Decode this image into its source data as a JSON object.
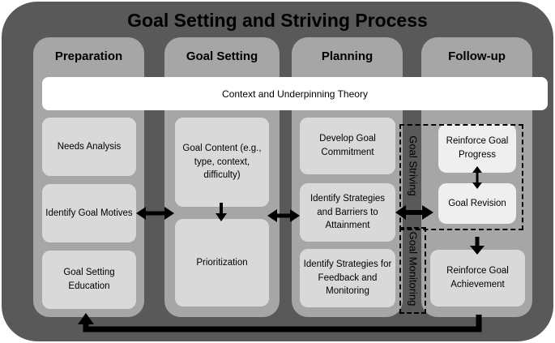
{
  "title": "Goal Setting and Striving Process",
  "columns": [
    {
      "id": "preparation",
      "label": "Preparation"
    },
    {
      "id": "goal-setting",
      "label": "Goal Setting"
    },
    {
      "id": "planning",
      "label": "Planning"
    },
    {
      "id": "follow-up",
      "label": "Follow-up"
    }
  ],
  "context_band": "Context and Underpinning Theory",
  "boxes": {
    "needs_analysis": "Needs Analysis",
    "identify_goal_motives": "Identify Goal Motives",
    "goal_setting_education": "Goal Setting Education",
    "goal_content": "Goal Content (e.g., type, context, difficulty)",
    "prioritization": "Prioritization",
    "develop_goal_commitment": "Develop Goal Commitment",
    "identify_strategies_barriers": "Identify Strategies and Barriers to Attainment",
    "identify_strategies_feedback": "Identify Strategies for Feedback and Monitoring",
    "reinforce_goal_progress": "Reinforce Goal Progress",
    "goal_revision": "Goal Revision",
    "reinforce_goal_achievement": "Reinforce Goal Achievement"
  },
  "phase_labels": {
    "goal_striving": "Goal Striving",
    "goal_monitoring": "Goal Monitoring"
  },
  "colors": {
    "frame": "#595959",
    "column": "#a6a6a6",
    "box": "#d9d9d9",
    "band": "#ffffff",
    "arrow": "#000000"
  }
}
